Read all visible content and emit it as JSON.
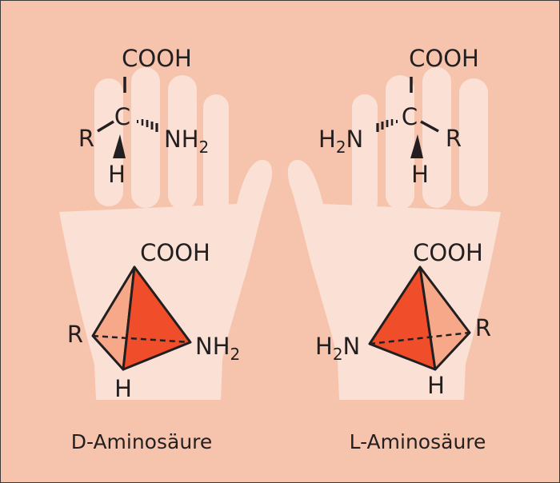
{
  "colors": {
    "background": "#f6c4ad",
    "frame": "#3a3a3a",
    "hand": "#fbe1d5",
    "bond": "#231f20",
    "face_dark": "#f04d2a",
    "face_light": "#f7a889"
  },
  "d_form": {
    "caption": "D-Aminosäure",
    "fischer": {
      "top": "COOH",
      "center": "C",
      "left": "R",
      "right_main": "NH",
      "right_sub": "2",
      "bottom": "H"
    },
    "tetrahedron": {
      "top": "COOH",
      "left": "R",
      "right_main": "NH",
      "right_sub": "2",
      "bottom": "H"
    }
  },
  "l_form": {
    "caption": "L-Aminosäure",
    "fischer": {
      "top": "COOH",
      "center": "C",
      "left_main": "H",
      "left_sub": "2",
      "left_tail": "N",
      "right": "R",
      "bottom": "H"
    },
    "tetrahedron": {
      "top": "COOH",
      "left_main": "H",
      "left_sub": "2",
      "left_tail": "N",
      "right": "R",
      "bottom": "H"
    }
  }
}
